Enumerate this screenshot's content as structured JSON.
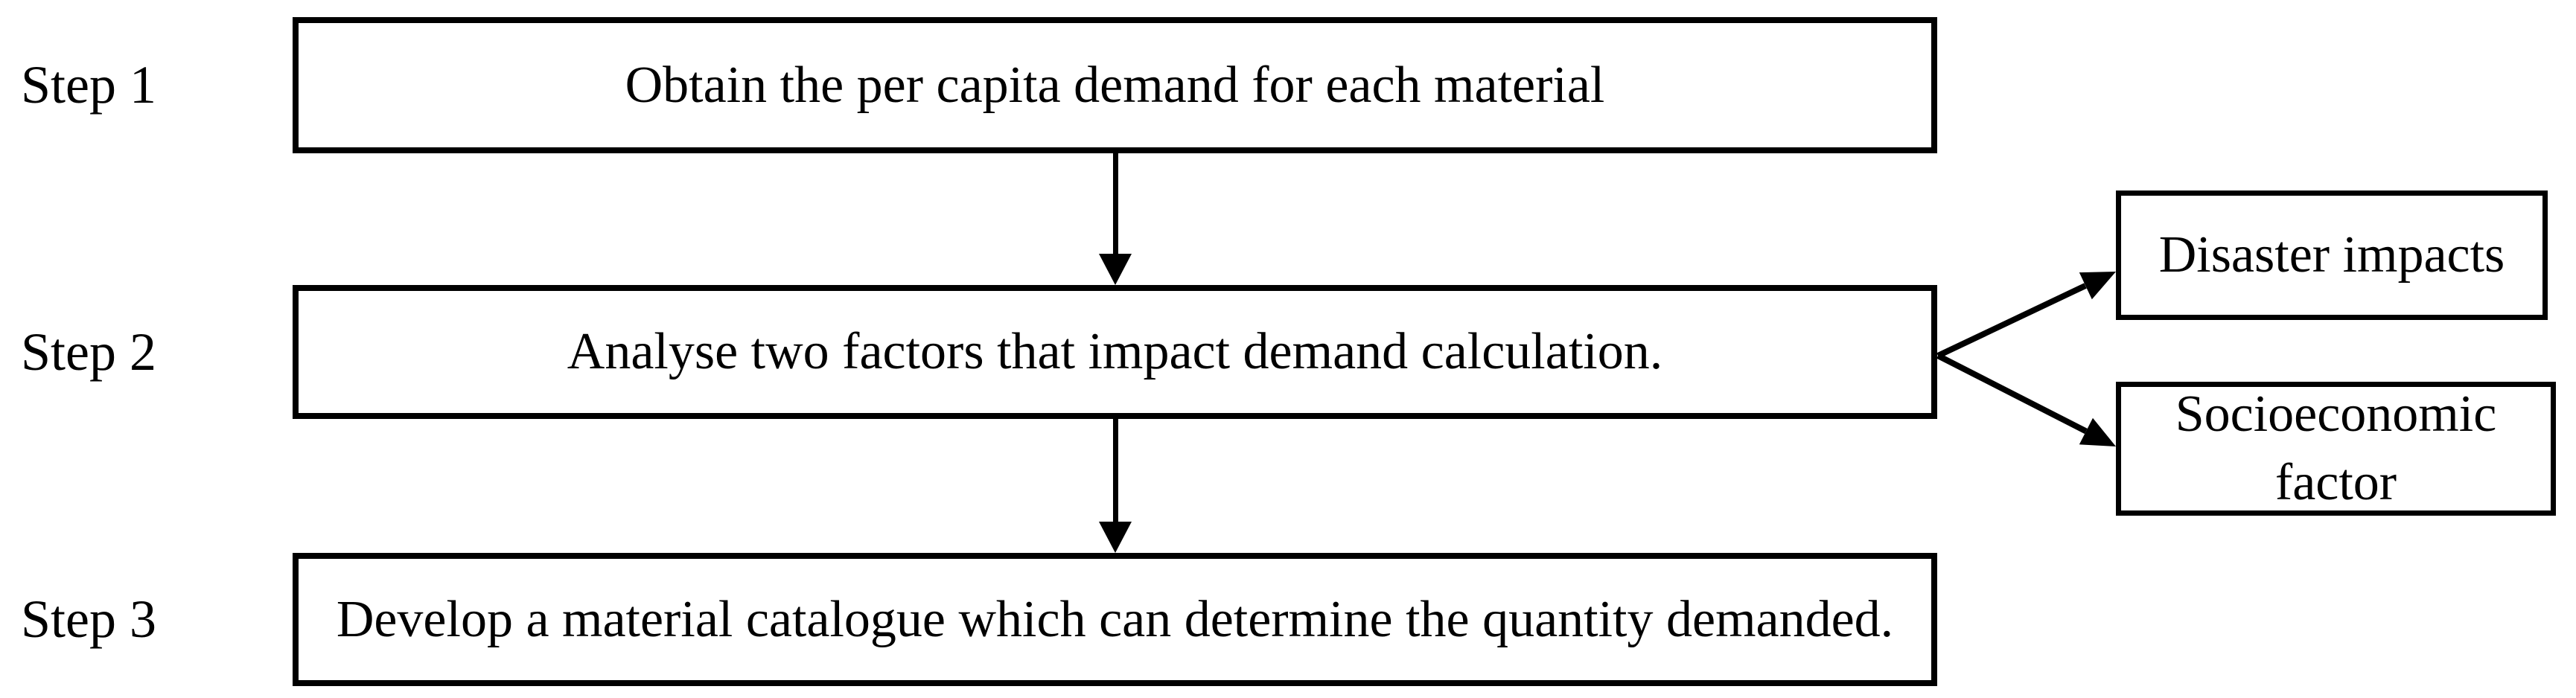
{
  "diagram": {
    "steps": [
      {
        "label": "Step 1",
        "text": "Obtain the per capita demand for each material"
      },
      {
        "label": "Step 2",
        "text": "Analyse two factors that impact demand calculation."
      },
      {
        "label": "Step 3",
        "text": "Develop a material catalogue which can determine the quantity demanded."
      }
    ],
    "factors": [
      {
        "label": "Disaster impacts"
      },
      {
        "label": "Socioeconomic factor"
      }
    ],
    "colors": {
      "line": "#000000",
      "background": "#ffffff"
    }
  }
}
